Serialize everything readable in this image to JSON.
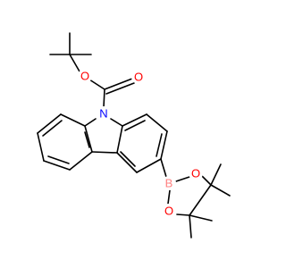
{
  "molecule": {
    "atoms": {
      "o_ether": {
        "symbol": "O",
        "color": "#ff0000"
      },
      "o_carbonyl": {
        "symbol": "O",
        "color": "#ff0000"
      },
      "n_ring": {
        "symbol": "N",
        "color": "#0000ff"
      },
      "b_boron": {
        "symbol": "B",
        "color": "#ff8080"
      },
      "o_bor_top": {
        "symbol": "O",
        "color": "#ff0000"
      },
      "o_bor_bottom": {
        "symbol": "O",
        "color": "#ff0000"
      }
    }
  }
}
